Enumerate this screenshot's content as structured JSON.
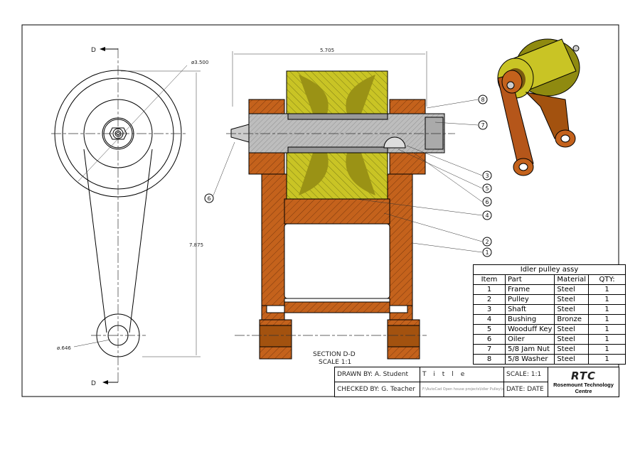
{
  "drawing": {
    "section_marker_top": "D",
    "section_marker_bottom": "D",
    "dim_pulley_diameter": "ø3.500",
    "dim_overall_height": "7.875",
    "dim_bottom_hole": "ø.646",
    "dim_overall_width": "5.705",
    "section_label": "SECTION  D-D",
    "section_scale": "SCALE  1:1",
    "balloons": [
      "8",
      "7",
      "3",
      "5",
      "6",
      "4",
      "2",
      "1",
      "6"
    ],
    "colors": {
      "frame": "#C4621C",
      "pulley": "#C9C425",
      "shaft": "#B8B8B8",
      "bronze": "#A3520F"
    }
  },
  "parts_list": {
    "title": "Idler pulley assy",
    "headers": [
      "Item",
      "Part",
      "Material",
      "QTY:"
    ],
    "rows": [
      [
        "1",
        "Frame",
        "Steel",
        "1"
      ],
      [
        "2",
        "Pulley",
        "Steel",
        "1"
      ],
      [
        "3",
        "Shaft",
        "Steel",
        "1"
      ],
      [
        "4",
        "Bushing",
        "Bronze",
        "1"
      ],
      [
        "5",
        "Wooduff Key",
        "Steel",
        "1"
      ],
      [
        "6",
        "Oiler",
        "Steel",
        "1"
      ],
      [
        "7",
        "5/8 Jam Nut",
        "Steel",
        "1"
      ],
      [
        "8",
        "5/8 Washer",
        "Steel",
        "1"
      ]
    ]
  },
  "title_block": {
    "drawn_by": "DRAWN BY: A.  Student",
    "checked_by": "CHECKED BY: G.  Teacher",
    "title": "Title",
    "file_path": "F:\\AutoCad Open house projects\\Idler Pulley\\idler pulley assy",
    "scale": "SCALE:  1:1",
    "date": "DATE: DATE",
    "logo_mark": "RTC",
    "organization": "Rosemount Technology Centre"
  }
}
